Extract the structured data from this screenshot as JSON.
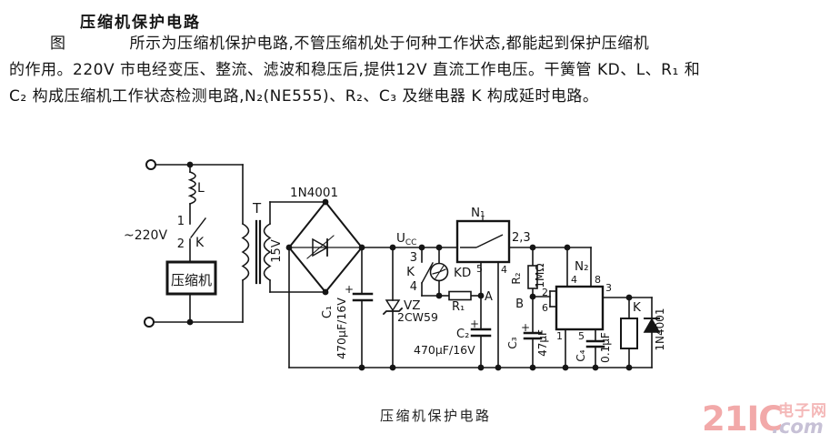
{
  "page": {
    "title": "压缩机保护电路",
    "paragraph": {
      "line1": "图　　　　所示为压缩机保护电路,不管压缩机处于何种工作状态,都能起到保护压缩机",
      "line2": "的作用。220V 市电经变压、整流、滤波和稳压后,提供12V 直流工作电压。干簧管 KD、L、R₁ 和",
      "line3": "C₂ 构成压缩机工作状态检测电路,N₂(NE555)、R₂、C₃ 及继电器 K 构成延时电路。"
    },
    "caption": "压缩机保护电路"
  },
  "logo": {
    "brand": "21IC",
    "cn": "电子网",
    "suffix": ".com",
    "brand_color": "#f2a9a9",
    "cn_color": "#f4b8b8",
    "suffix_color": "#c7c1d6"
  },
  "circuit": {
    "source": "~220V",
    "inductor": "L",
    "switch_main": "K",
    "compressor": "压缩机",
    "transformer": "T",
    "secondary_voltage": "15V",
    "bridge_diodes": "1N4001",
    "c1": "C₁",
    "c1_value": "470μF/16V",
    "supply": "U",
    "supply_sub": "CC",
    "vz": "VZ",
    "vz_value": "2CW59",
    "switch_aux": "K",
    "reed": "KD",
    "r1": "R₁",
    "node_a": "A",
    "n1": "N₁",
    "c2": "C₂",
    "c2_value": "470μF/16V",
    "r2": "R₂",
    "r2_value": "1MΩ",
    "node_b": "B",
    "n2": "N₂",
    "c3": "C₃",
    "c3_value": "47μF",
    "c4": "C₄",
    "c4_value": "0.1μF",
    "relay": "K",
    "flyback_diode": "1N4001",
    "plus": "+",
    "pins": {
      "p1": "1",
      "p2": "2",
      "p3": "3",
      "p4": "4",
      "p5": "5",
      "p6": "6",
      "p8": "8",
      "p23": "2,3"
    },
    "line_color": "#151515"
  }
}
